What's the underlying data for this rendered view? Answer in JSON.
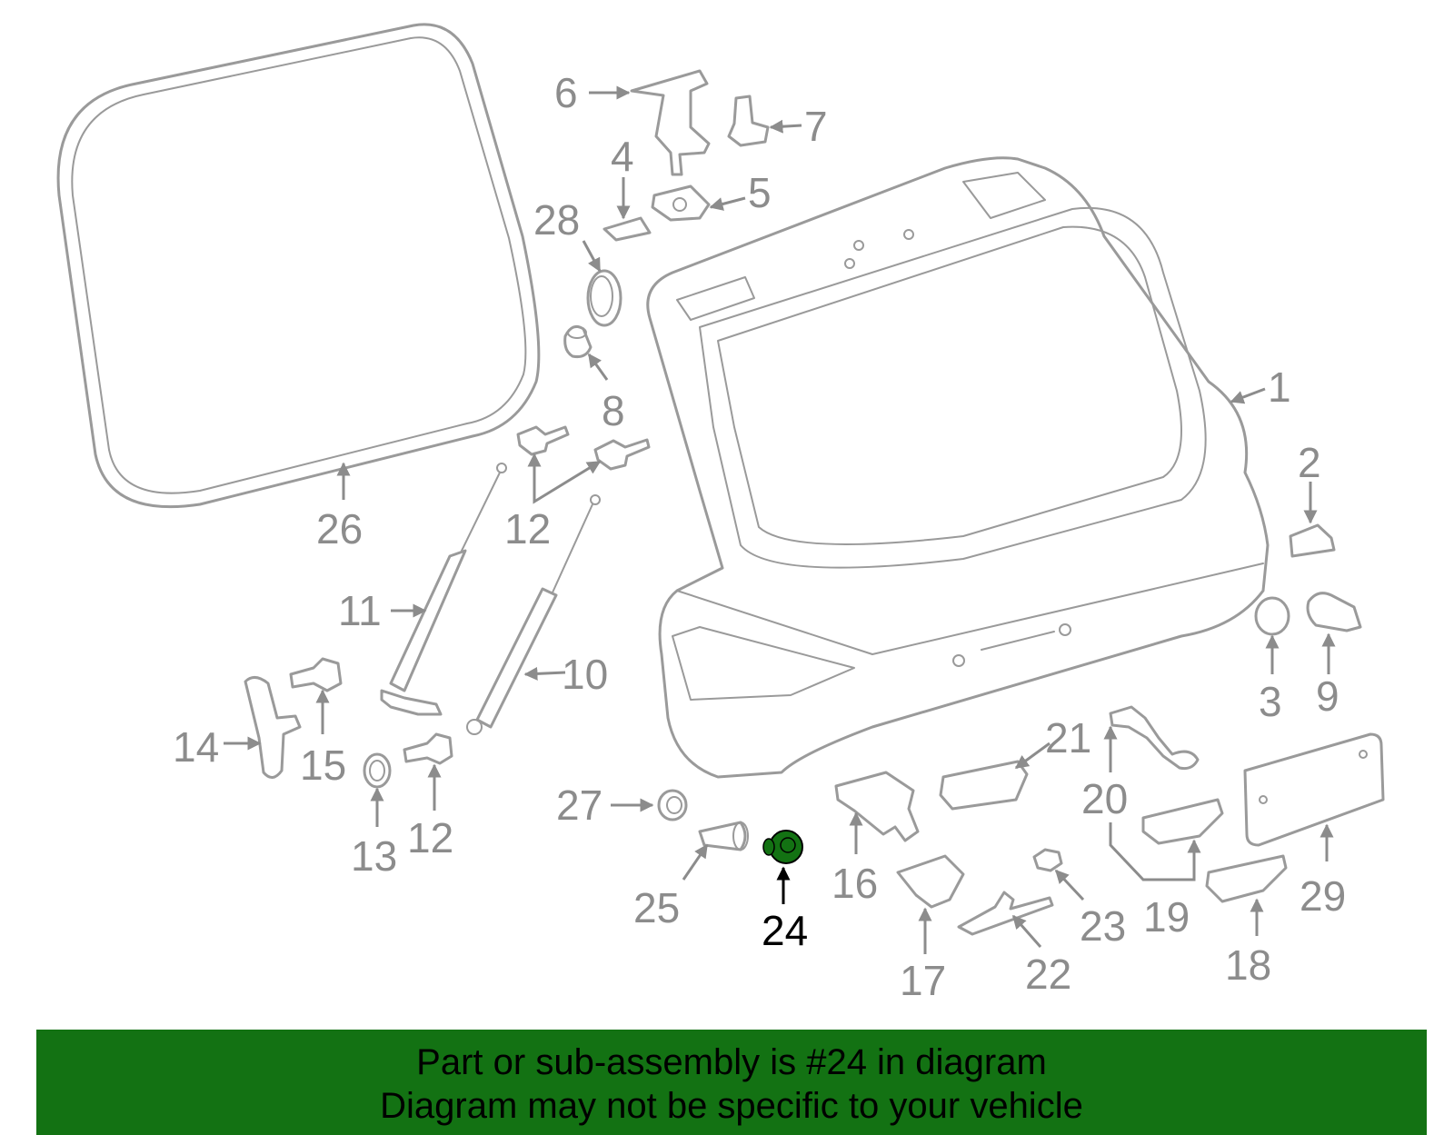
{
  "callouts": {
    "c1": "1",
    "c2": "2",
    "c3": "3",
    "c4": "4",
    "c5": "5",
    "c6": "6",
    "c7": "7",
    "c8": "8",
    "c9": "9",
    "c10": "10",
    "c11": "11",
    "c12a": "12",
    "c12b": "12",
    "c13": "13",
    "c14": "14",
    "c15": "15",
    "c16": "16",
    "c17": "17",
    "c18": "18",
    "c19": "19",
    "c20": "20",
    "c21": "21",
    "c22": "22",
    "c23": "23",
    "c24": "24",
    "c25": "25",
    "c26": "26",
    "c27": "27",
    "c28": "28",
    "c29": "29"
  },
  "highlight": {
    "color": "#137213"
  },
  "footer": {
    "line1": "Part or sub-assembly is #24 in diagram",
    "line2": "Diagram may not be specific to your vehicle"
  }
}
